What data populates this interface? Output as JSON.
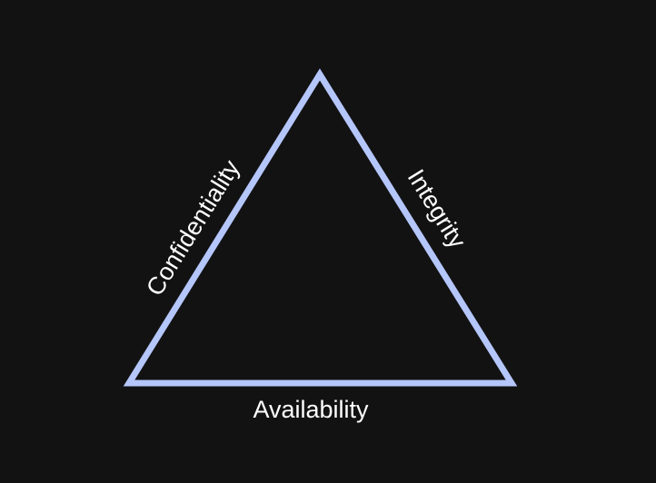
{
  "diagram": {
    "labels": {
      "left": "Confidentiality",
      "right": "Integrity",
      "bottom": "Availability"
    },
    "colors": {
      "background": "#121213",
      "triangle_stroke": "#b4c6fa",
      "text": "#ffffff"
    }
  }
}
